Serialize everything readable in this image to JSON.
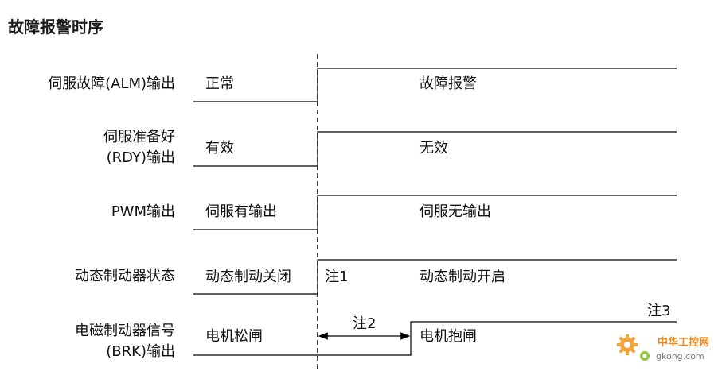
{
  "title": "故障报警时序",
  "signals": [
    {
      "label_lines": [
        "伺服故障(ALM)输出"
      ],
      "before": "正常",
      "after": "故障报警"
    },
    {
      "label_lines": [
        "伺服准备好",
        "(RDY)输出"
      ],
      "before": "有效",
      "after": "无效"
    },
    {
      "label_lines": [
        "PWM输出"
      ],
      "before": "伺服有输出",
      "after": "伺服无输出"
    },
    {
      "label_lines": [
        "动态制动器状态"
      ],
      "before": "动态制动关闭",
      "after": "动态制动开启",
      "note": "注1"
    },
    {
      "label_lines": [
        "电磁制动器信号",
        "(BRK)输出"
      ],
      "before": "电机松闸",
      "after": "电机抱闸",
      "delay_note": "注2",
      "end_note": "注3"
    }
  ],
  "watermark": {
    "text": "中华工控网",
    "sub": "gkong.com"
  },
  "colors": {
    "line": "#000000",
    "text": "#111111",
    "watermark": "#f08a1c"
  }
}
